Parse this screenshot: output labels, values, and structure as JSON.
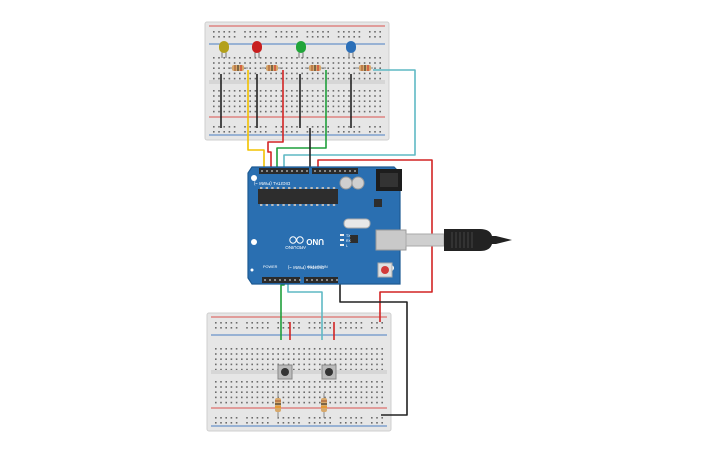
{
  "colors": {
    "breadboard": "#e4e4e4",
    "hole": "#6b6b6b",
    "rail_red": "#d9534f",
    "rail_blue": "#4a7fc1",
    "arduino_board": "#2a6fb1",
    "arduino_edge": "#1d5a93",
    "header": "#2b2b2b",
    "chip": "#2d2d2d",
    "usb": "#c9c9c9",
    "cable": "#222222",
    "wire_black": "#222222",
    "wire_red": "#d22424",
    "wire_yellow": "#f2c200",
    "wire_green": "#1f9f3b",
    "wire_teal": "#5fb9c4",
    "led_yellow": "#b3a01a",
    "led_red": "#c81f1f",
    "led_green": "#21a53a",
    "led_blue": "#2b6fb8",
    "resistor_body": "#d7a86b",
    "button_top": "#333333",
    "reset_button": "#d23a3a"
  },
  "arduino": {
    "model_label": "UNO",
    "brand_label": "ARDUINO",
    "digital_label": "DIGITAL (PWM ~)",
    "analog_label": "ANALOG IN",
    "power_label": "POWER",
    "tx_label": "TX",
    "rx_label": "RX",
    "l_label": "L",
    "on_label": "ON"
  },
  "icons": {
    "usb_cable": "usb-cable-icon",
    "led": "led-icon",
    "resistor": "resistor-icon",
    "pushbutton": "pushbutton-icon"
  }
}
